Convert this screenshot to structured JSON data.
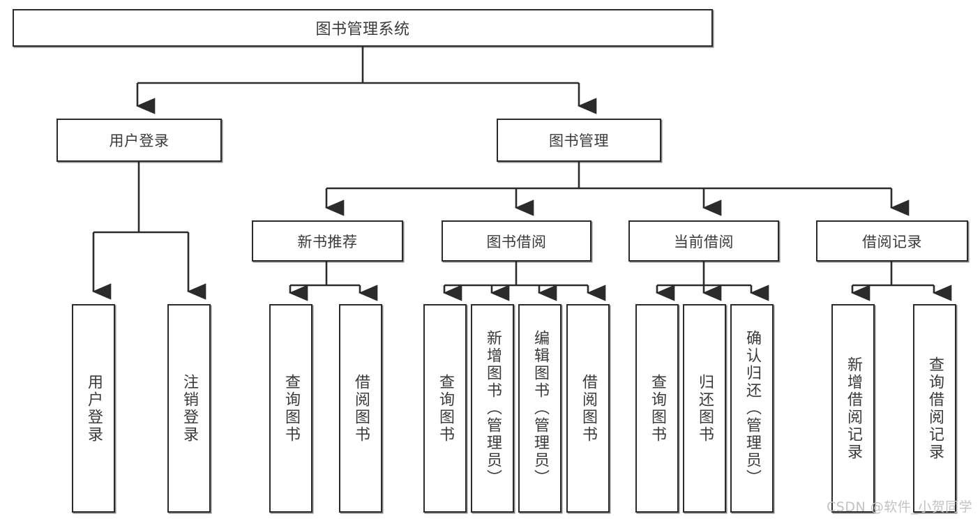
{
  "diagram": {
    "title": "图书管理系统",
    "type": "tree-structure-chart",
    "root": {
      "label": "图书管理系统"
    },
    "level2": [
      {
        "label": "用户登录"
      },
      {
        "label": "图书管理"
      }
    ],
    "level3": [
      {
        "label": "新书推荐"
      },
      {
        "label": "图书借阅"
      },
      {
        "label": "当前借阅"
      },
      {
        "label": "借阅记录"
      }
    ],
    "leaves": [
      {
        "label": "用户登录",
        "parent": "用户登录"
      },
      {
        "label": "注销登录",
        "parent": "用户登录"
      },
      {
        "label": "查询图书",
        "parent": "新书推荐"
      },
      {
        "label": "借阅图书",
        "parent": "新书推荐"
      },
      {
        "label": "查询图书",
        "parent": "图书借阅"
      },
      {
        "label": "新增图书（管理员）",
        "parent": "图书借阅"
      },
      {
        "label": "编辑图书（管理员）",
        "parent": "图书借阅"
      },
      {
        "label": "借阅图书",
        "parent": "图书借阅"
      },
      {
        "label": "查询图书",
        "parent": "当前借阅"
      },
      {
        "label": "归还图书",
        "parent": "当前借阅"
      },
      {
        "label": "确认归还（管理员）",
        "parent": "当前借阅"
      },
      {
        "label": "新增借阅记录",
        "parent": "借阅记录"
      },
      {
        "label": "查询借阅记录",
        "parent": "借阅记录"
      }
    ]
  },
  "watermark": {
    "text": "CSDN @软件_小贺同学"
  },
  "colors": {
    "box_border": "#2b2b2b",
    "box_fill": "#ffffff",
    "connector": "#2b2b2b",
    "text": "#3a3a3a",
    "watermark": "#c2c2c2",
    "background": "#ffffff"
  }
}
